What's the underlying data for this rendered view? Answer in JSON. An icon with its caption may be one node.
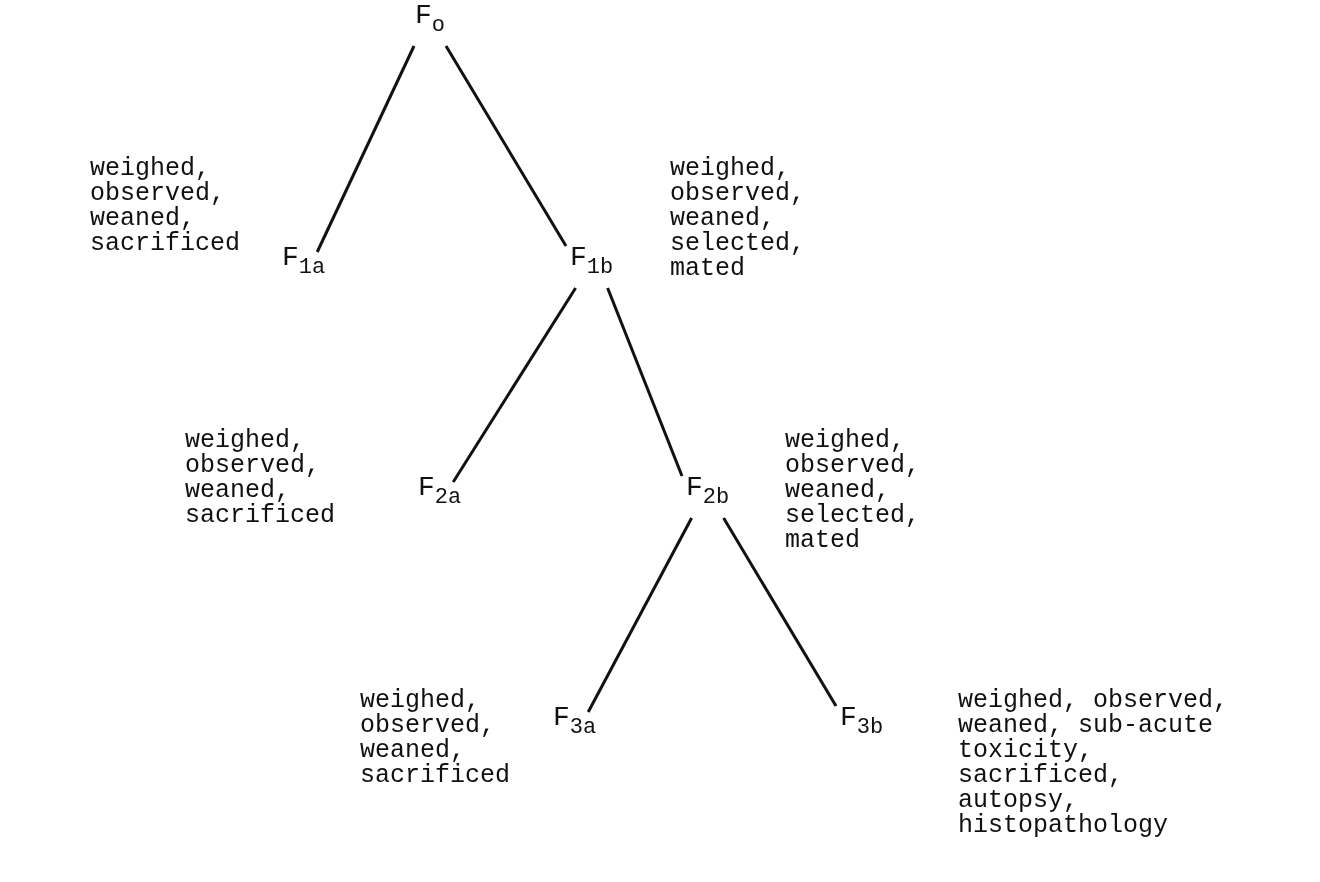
{
  "diagram": {
    "nodes": [
      {
        "text": [
          "F$_{o}$"
        ]
      },
      {
        "text": [
          "F$_{1a}$"
        ],
        "beside": [
          "weighed, observed, weaned, sacrificed"
        ]
      },
      {
        "text": [
          "F$_{1b}$"
        ],
        "beside": [
          "weighed, observed, weaned, selected, mated"
        ]
      },
      {
        "text": [
          "F$_{2a}$"
        ],
        "beside": [
          "weighed, observed, weaned, sacrificed"
        ]
      },
      {
        "text": [
          "F$_{2b}$"
        ],
        "beside": [
          "weighed, observed, weaned, selected, mated"
        ]
      },
      {
        "text": [
          "F$_{3a}$"
        ],
        "beside": [
          "weighed, observed, weaned, sacrificed"
        ]
      },
      {
        "text": [
          "F$_{3b}$"
        ],
        "beside": [
          "weighed, observed, weaned, sub-acute toxicity, sacrificed, autopsy, histopathology"
        ]
      }
    ],
    "edges": [
      {
        "from": 0,
        "to": 1,
        "arrow": "none"
      },
      {
        "from": 0,
        "to": 2,
        "arrow": "none"
      },
      {
        "from": 2,
        "to": 3,
        "arrow": "none"
      },
      {
        "from": 2,
        "to": 4,
        "arrow": "none"
      },
      {
        "from": 4,
        "to": 5,
        "arrow": "none"
      },
      {
        "from": 4,
        "to": 6,
        "arrow": "none"
      }
    ]
  }
}
